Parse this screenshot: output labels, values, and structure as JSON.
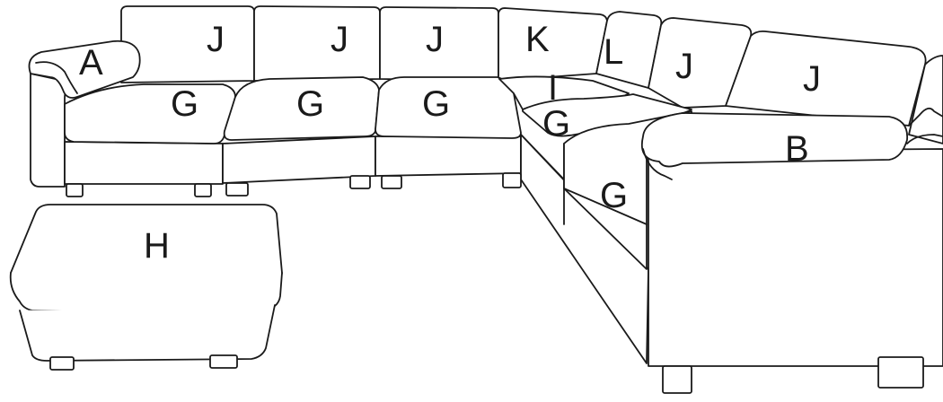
{
  "diagram": {
    "labels": {
      "arm_left": "A",
      "arm_right": "B",
      "seat_1": "G",
      "seat_2": "G",
      "seat_3": "G",
      "seat_4": "G",
      "seat_5": "G",
      "ottoman": "H",
      "corner_seat": "I",
      "back_1": "J",
      "back_2": "J",
      "back_3": "J",
      "back_4": "J",
      "back_5": "J",
      "back_corner_1": "K",
      "back_corner_2": "L"
    }
  }
}
